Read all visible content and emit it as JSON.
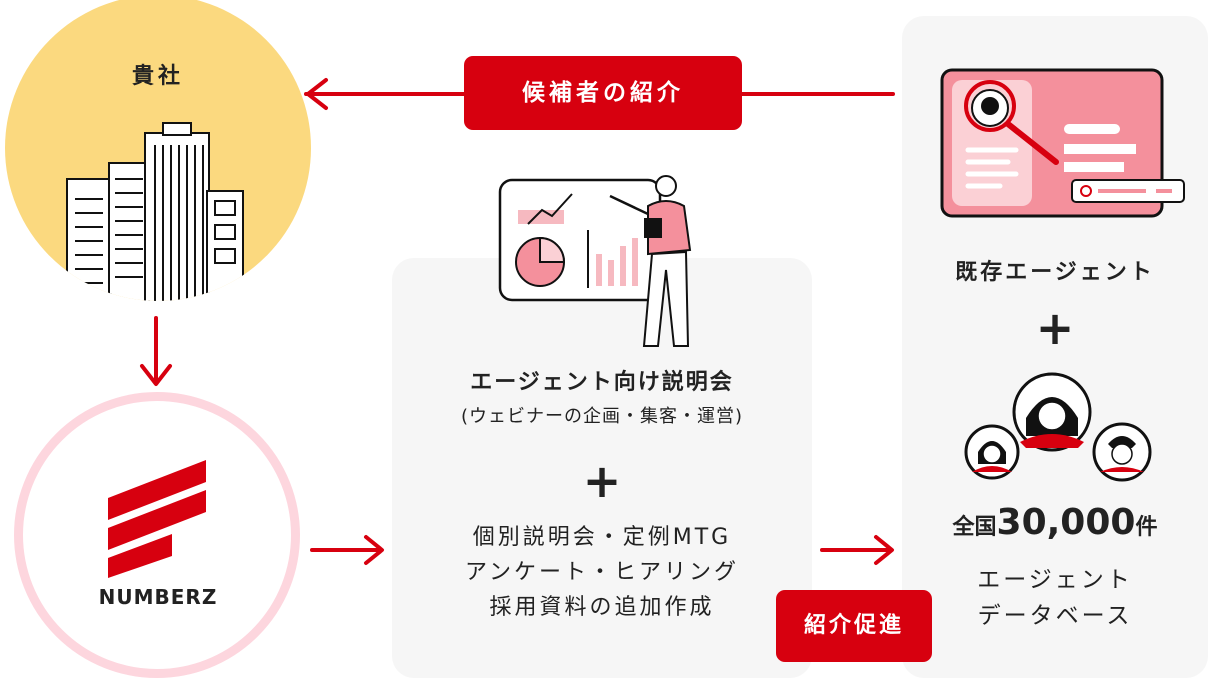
{
  "company": {
    "label": "貴社"
  },
  "numberz": {
    "label": "NUMBERZ"
  },
  "badges": {
    "intro": "候補者の紹介",
    "promote": "紹介促進"
  },
  "middle": {
    "title": "エージェント向け説明会",
    "subtitle": "(ウェビナーの企画・集客・運営)",
    "plus": "+",
    "list": [
      "個別説明会・定例MTG",
      "アンケート・ヒアリング",
      "採用資料の追加作成"
    ]
  },
  "right": {
    "title": "既存エージェント",
    "plus": "+",
    "count_prefix": "全国",
    "count_number": "30,000",
    "count_suffix": "件",
    "db_lines": [
      "エージェント",
      "データベース"
    ]
  },
  "colors": {
    "red": "#d7000f",
    "yellow": "#fbd97f",
    "pink": "#f4909c",
    "panel": "#f6f6f6",
    "ring": "#fdd6de"
  },
  "icons": [
    "building-icon",
    "numberz-logo-icon",
    "presentation-icon",
    "agent-search-screen-icon",
    "candidate-faces-icon",
    "arrow-icon"
  ]
}
